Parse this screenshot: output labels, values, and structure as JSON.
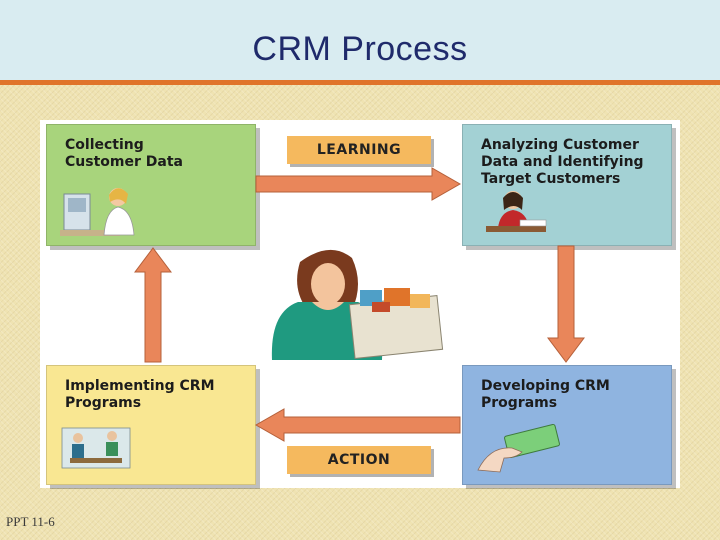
{
  "slide": {
    "title": "CRM Process",
    "footer": "PPT 11-6"
  },
  "boxes": {
    "collecting": {
      "label_line1": "Collecting",
      "label_line2": "Customer Data",
      "color": "#a8d47c"
    },
    "analyzing": {
      "label_line1": "Analyzing Customer",
      "label_line2": "Data and Identifying",
      "label_line3": "Target Customers",
      "color": "#a3d1d4"
    },
    "developing": {
      "label_line1": "Developing CRM",
      "label_line2": "Programs",
      "color": "#8fb4e0"
    },
    "implementing": {
      "label_line1": "Implementing CRM",
      "label_line2": "Programs",
      "color": "#f9e792"
    }
  },
  "tags": {
    "learning": "LEARNING",
    "action": "ACTION"
  },
  "colors": {
    "header_bg": "#d9ecf1",
    "header_rule": "#e0742a",
    "arrow": "#e9865a",
    "tag_bg": "#f5b95e"
  },
  "illustrations": {
    "collecting": "woman-on-phone-at-computer",
    "analyzing": "woman-at-desk",
    "developing": "hand-holding-card",
    "implementing": "people-at-table",
    "center": "woman-holding-box-of-goods"
  }
}
